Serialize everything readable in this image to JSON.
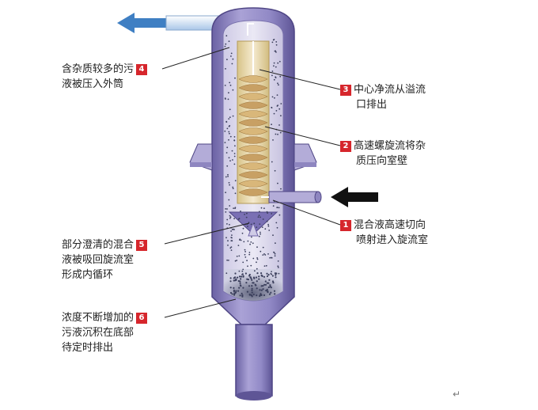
{
  "callouts": [
    {
      "num": "4",
      "lines": [
        "含杂质较多的污",
        "液被压入外筒"
      ]
    },
    {
      "num": "3",
      "lines": [
        "中心净流从溢流",
        "口排出"
      ]
    },
    {
      "num": "2",
      "lines": [
        "高速螺旋流将杂",
        "质压向室壁"
      ]
    },
    {
      "num": "1",
      "lines": [
        "混合液高速切向",
        "喷射进入旋流室"
      ]
    },
    {
      "num": "5",
      "lines": [
        "部分澄清的混合",
        "液被吸回旋流室",
        "形成内循环"
      ]
    },
    {
      "num": "6",
      "lines": [
        "浓度不断增加的",
        "污液沉积在底部",
        "待定时排出"
      ]
    }
  ],
  "return_mark": "↵",
  "colors": {
    "vessel": "#9b92c8",
    "vessel_dark": "#6f64a8",
    "inner": "#e9d9a6",
    "spiral": "#c8a064",
    "arrow_out": "#3f7fc3",
    "arrow_in": "#111111",
    "badge": "#d6262c"
  }
}
